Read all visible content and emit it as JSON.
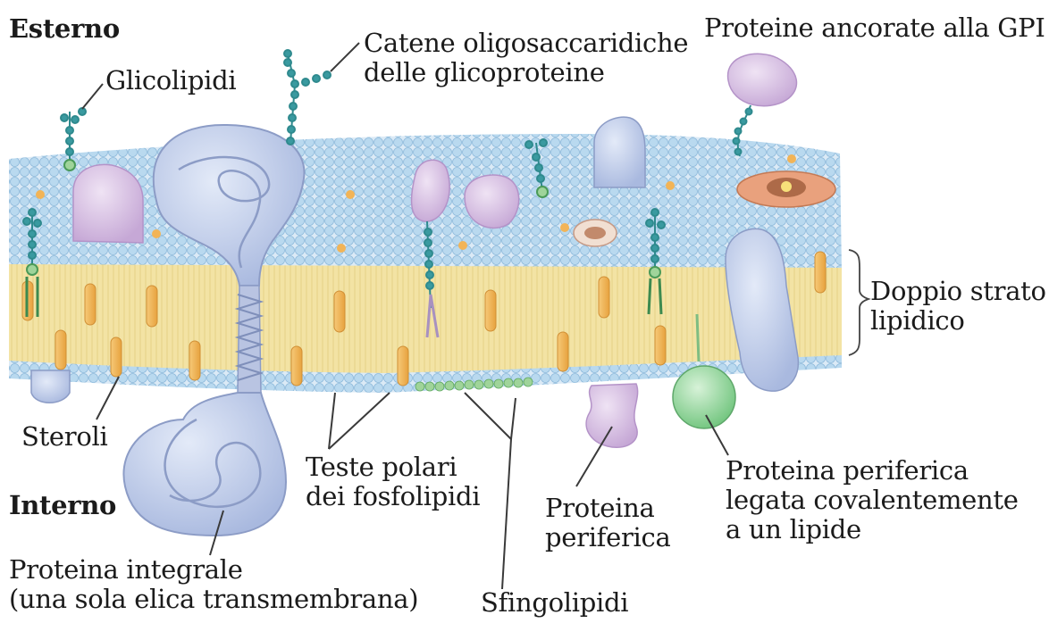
{
  "side_labels": {
    "outside": "Esterno",
    "inside": "Interno"
  },
  "labels": {
    "glycolipids": "Glicolipidi",
    "oligosaccharide_chains": [
      "Catene oligosaccaridiche",
      "delle glicoproteine"
    ],
    "gpi_proteins": "Proteine ancorate alla GPI",
    "bilayer": [
      "Doppio strato",
      "lipidico"
    ],
    "sterols": "Steroli",
    "polar_heads": [
      "Teste polari",
      "dei fosfolipidi"
    ],
    "peripheral_protein": [
      "Proteina",
      "periferica"
    ],
    "lipid_linked_protein": [
      "Proteina periferica",
      "legata covalentemente",
      "a un lipide"
    ],
    "integral_protein": [
      "Proteina integrale",
      "(una sola elica transmembrana)"
    ],
    "sphingolipids": "Sfingolipidi"
  },
  "colors": {
    "lipid_head": "#b9d9ef",
    "lipid_tail": "#f3e3a4",
    "sterol": "#f2b457",
    "protein_purple": "#d8bfe4",
    "protein_blue": "#bccbe8",
    "sugar_chain": "#2f8a8e",
    "sphingolipid_head": "#9fd49a",
    "lipid_anchored_protein": "#8fd59b",
    "gpi_anchor": "#e9a17d"
  }
}
